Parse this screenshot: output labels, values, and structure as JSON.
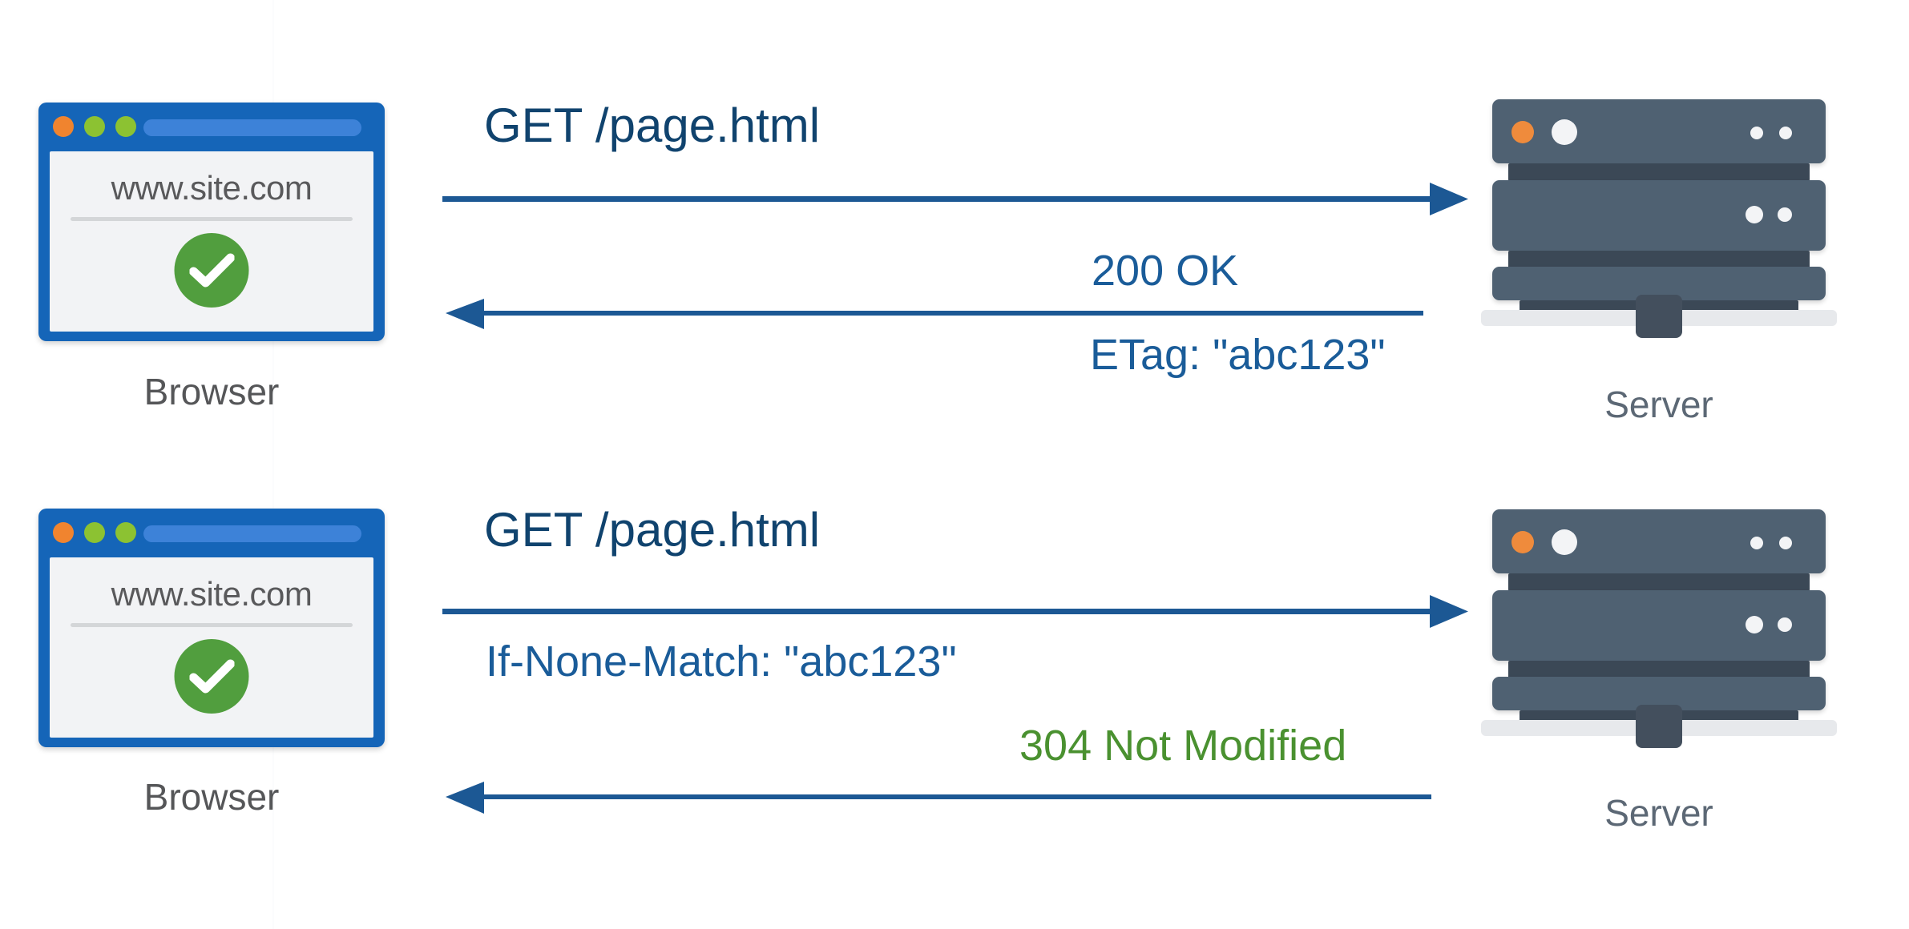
{
  "diagram": {
    "title": "HTTP ETag conditional request flow",
    "colors": {
      "browser_frame": "#1565b8",
      "browser_page": "#f2f3f5",
      "url_text": "#59595b",
      "check_green": "#519e3e",
      "server_rack": "#4f6172",
      "server_accent_orange": "#ef8b3c",
      "arrow_blue": "#1c5894",
      "request_text": "#10436e",
      "status_text": "#1a5c99",
      "not_modified_green": "#4a9130",
      "browser_label": "#555658",
      "server_label": "#5c6875"
    },
    "browser": {
      "url_value": "www.site.com",
      "label": "Browser",
      "dots": [
        "close-dot-orange",
        "minimize-dot-green",
        "maximize-dot-green"
      ],
      "status_icon": "check-circle-icon"
    },
    "server": {
      "label": "Server",
      "leds": [
        "power-led-orange",
        "activity-led-white",
        "status-led-white",
        "status-led-white"
      ]
    },
    "rows": [
      {
        "id": "first-request",
        "browser_label": "Browser",
        "browser_url": "www.site.com",
        "server_label": "Server",
        "request": {
          "text": "GET /page.html",
          "direction": "right",
          "arrow_name": "request-arrow-right"
        },
        "response": {
          "status": "200 OK",
          "header": "ETag: \"abc123\"",
          "direction": "left",
          "arrow_name": "response-arrow-left"
        }
      },
      {
        "id": "revalidation-request",
        "browser_label": "Browser",
        "browser_url": "www.site.com",
        "server_label": "Server",
        "request": {
          "text": "GET /page.html",
          "header": "If-None-Match: \"abc123\"",
          "direction": "right",
          "arrow_name": "request-arrow-right"
        },
        "response": {
          "status": "304 Not Modified",
          "direction": "left",
          "arrow_name": "response-arrow-left"
        }
      }
    ]
  }
}
